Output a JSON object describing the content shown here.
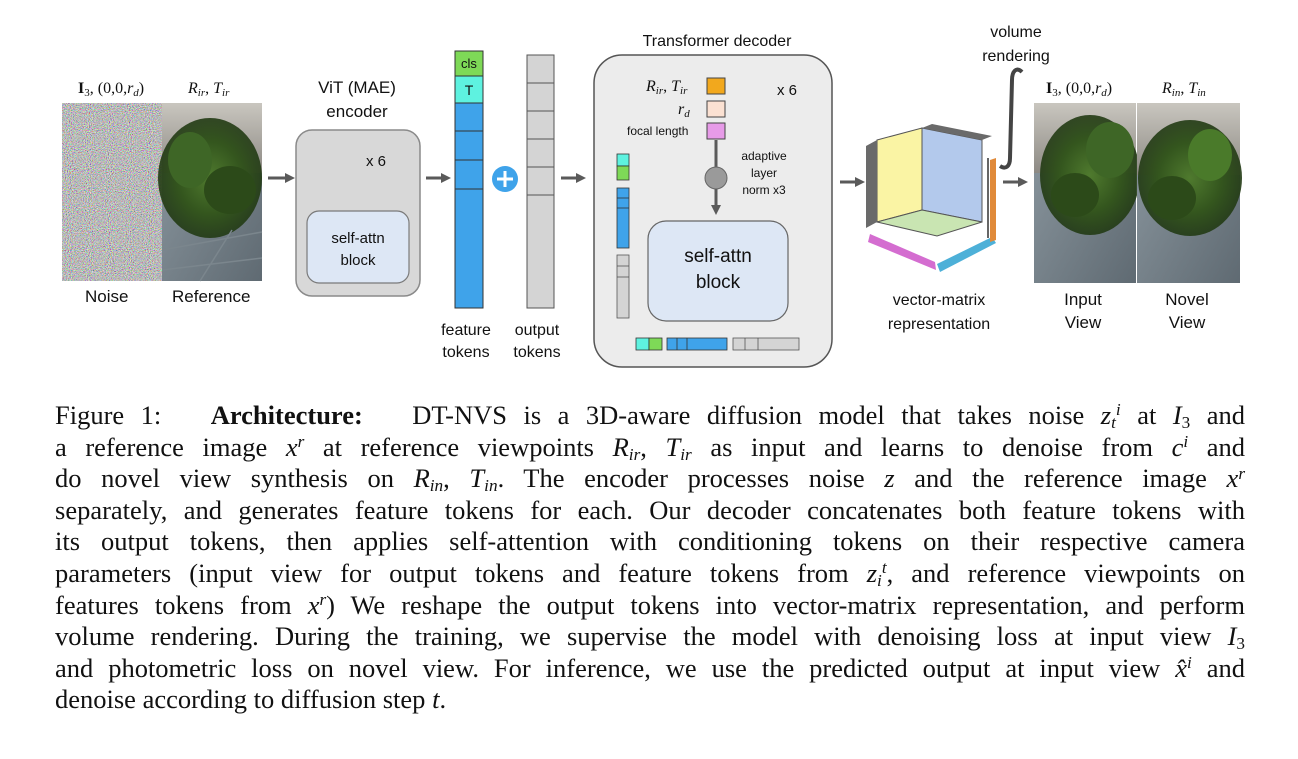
{
  "figure": {
    "input_label_math": "I₃, (0,0,r_d)",
    "ref_label_math": "R_ir, T_ir",
    "noise_label": "Noise",
    "reference_label": "Reference",
    "encoder_title_1": "ViT (MAE)",
    "encoder_title_2": "encoder",
    "encoder_repeat": "x 6",
    "encoder_block_1": "self-attn",
    "encoder_block_2": "block",
    "token_cls": "cls",
    "token_t": "T",
    "feature_tokens_1": "feature",
    "feature_tokens_2": "tokens",
    "output_tokens_1": "output",
    "output_tokens_2": "tokens",
    "decoder_title": "Transformer decoder",
    "decoder_repeat": "x 6",
    "cond_rt": "R_ir, T_ir",
    "cond_rd": "r_d",
    "cond_focal": "focal length",
    "adaptive_1": "adaptive",
    "adaptive_2": "layer",
    "adaptive_3": "norm x3",
    "decoder_block_1": "self-attn",
    "decoder_block_2": "block",
    "vm_label_1": "vector-matrix",
    "vm_label_2": "representation",
    "volume_1": "volume",
    "volume_2": "rendering",
    "out_input_math": "I₃, (0,0,r_d)",
    "out_novel_math": "R_in, T_in",
    "input_view_1": "Input",
    "input_view_2": "View",
    "novel_view_1": "Novel",
    "novel_view_2": "View",
    "colors": {
      "token_blue": "#3fa3ea",
      "token_cls_green": "#7ed957",
      "token_t_cyan": "#5ef2e0",
      "gray_box": "#d4d4d4",
      "encoder_fill": "#d8d8d8",
      "block_fill": "#dde7f5",
      "orange": "#f2a81d",
      "peach": "#fbe1d2",
      "magenta": "#e79be8",
      "arrow": "#5a5a5a"
    }
  },
  "caption": {
    "lines": [
      "Figure 1:   Architecture:   DT-NVS is a 3D-aware diffusion model that takes noise z_t^i at I_3 and",
      "a reference image x^r at reference viewpoints R_ir, T_ir as input and learns to denoise from c^i and",
      "do novel view synthesis on R_in, T_in. The encoder processes noise z and the reference image x^r",
      "separately, and generates feature tokens for each. Our decoder concatenates both feature tokens with",
      "its output tokens, then applies self-attention with conditioning tokens on their respective camera",
      "parameters (input view for output tokens and feature tokens from z_i^t, and reference viewpoints on",
      "features tokens from x^r) We reshape the output tokens into vector-matrix representation, and perform",
      "volume rendering. During the training, we supervise the model with denoising loss at input view I_3",
      "and photometric loss on novel view. For inference, we use the predicted output at input view x^i and",
      "denoise according to diffusion step t."
    ]
  }
}
